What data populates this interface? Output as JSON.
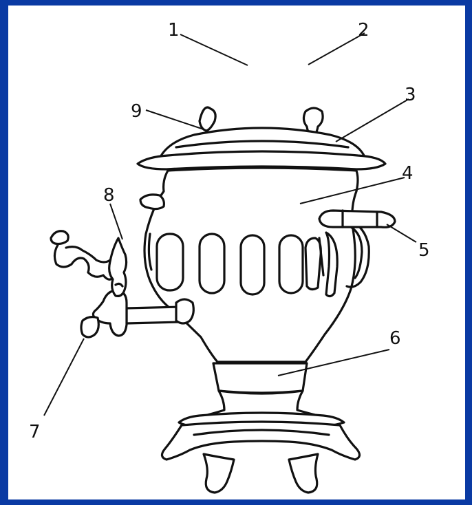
{
  "diagram": {
    "callouts": [
      {
        "id": "c1",
        "label": "1"
      },
      {
        "id": "c2",
        "label": "2"
      },
      {
        "id": "c3",
        "label": "3"
      },
      {
        "id": "c4",
        "label": "4"
      },
      {
        "id": "c5",
        "label": "5"
      },
      {
        "id": "c6",
        "label": "6"
      },
      {
        "id": "c7",
        "label": "7"
      },
      {
        "id": "c8",
        "label": "8"
      },
      {
        "id": "c9",
        "label": "9"
      }
    ]
  },
  "colors": {
    "border": "#0a3aa3",
    "background": "#ffffff",
    "ink": "#111111"
  }
}
